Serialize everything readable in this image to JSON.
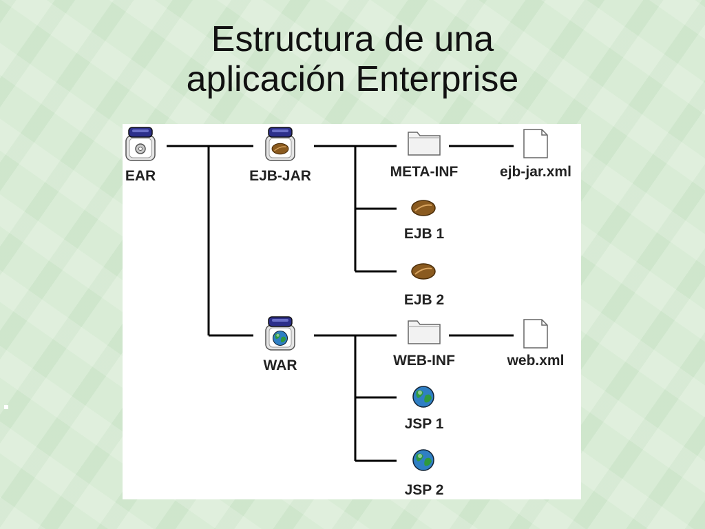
{
  "title": {
    "line1": "Estructura de una",
    "line2": "aplicación Enterprise"
  },
  "nodes": {
    "ear": {
      "label": "EAR",
      "icon": "jar-gear-icon"
    },
    "ejb_jar": {
      "label": "EJB-JAR",
      "icon": "jar-bean-icon"
    },
    "war": {
      "label": "WAR",
      "icon": "jar-globe-icon"
    },
    "meta_inf": {
      "label": "META-INF",
      "icon": "folder-icon"
    },
    "ejb_jar_xml": {
      "label": "ejb-jar.xml",
      "icon": "file-icon"
    },
    "ejb1": {
      "label": "EJB 1",
      "icon": "bean-icon"
    },
    "ejb2": {
      "label": "EJB 2",
      "icon": "bean-icon"
    },
    "web_inf": {
      "label": "WEB-INF",
      "icon": "folder-icon"
    },
    "web_xml": {
      "label": "web.xml",
      "icon": "file-icon"
    },
    "jsp1": {
      "label": "JSP 1",
      "icon": "globe-icon"
    },
    "jsp2": {
      "label": "JSP 2",
      "icon": "globe-icon"
    }
  },
  "colors": {
    "jar_lid": "#2c2f8a",
    "jar_body": "#e4e4e4",
    "bean": "#8a5a1f",
    "globe_sea": "#2f7fc4",
    "globe_land": "#2f9a3e",
    "folder": "#f2f2f2",
    "line": "#000000"
  }
}
